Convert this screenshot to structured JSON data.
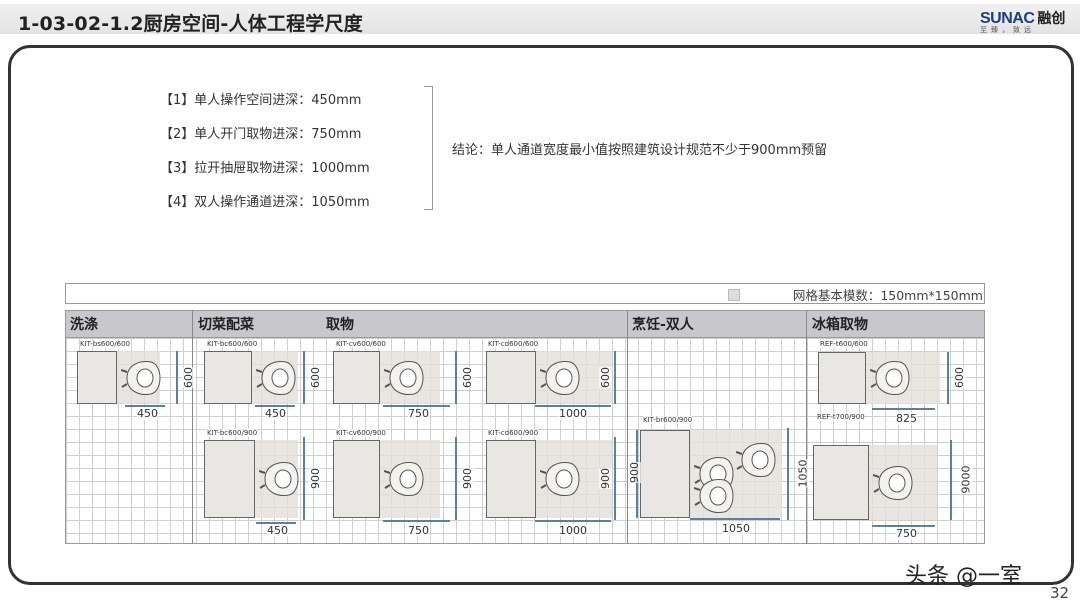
{
  "header": {
    "title": "1-03-02-1.2厨房空间-人体工程学尺度",
    "logo_brand": "SUNAC",
    "logo_cn": "融创",
    "logo_tagline": "至臻，致远"
  },
  "requirements": [
    "【1】单人操作空间进深：450mm",
    "【2】单人开门取物进深：750mm",
    "【3】拉开抽屉取物进深：1000mm",
    "【4】双人操作通道进深：1050mm"
  ],
  "conclusion": "结论：单人通道宽度最小值按照建筑设计规范不少于900mm预留",
  "grid_note": "网格基本模数：150mm*150mm",
  "sections": [
    "洗涤",
    "切菜配菜",
    "取物",
    "烹饪-双人",
    "冰箱取物"
  ],
  "diagrams": [
    {
      "code": "KIT-bs600/600",
      "depth": "600",
      "width": "450"
    },
    {
      "code": "KIT-bc600/600",
      "depth": "600",
      "width": "450"
    },
    {
      "code": "KIT-bc600/900",
      "depth": "900",
      "width": "450"
    },
    {
      "code": "KIT-cv600/600",
      "depth": "600",
      "width": "750"
    },
    {
      "code": "KIT-cv600/900",
      "depth": "900",
      "width": "750"
    },
    {
      "code": "KIT-cd600/600",
      "depth": "600",
      "width": "1000"
    },
    {
      "code": "KIT-cd600/900",
      "depth": "900",
      "width": "1000"
    },
    {
      "code": "KIT-br600/900",
      "depth": "1050",
      "width": "1050",
      "side": "900"
    },
    {
      "code": "REF-t600/600",
      "depth": "600",
      "width": "825"
    },
    {
      "code": "REF-t700/900",
      "depth": "9000",
      "width": "750"
    }
  ],
  "dimension_color": "#5b80a3",
  "watermark": "头条 @一室",
  "page_number": "32"
}
